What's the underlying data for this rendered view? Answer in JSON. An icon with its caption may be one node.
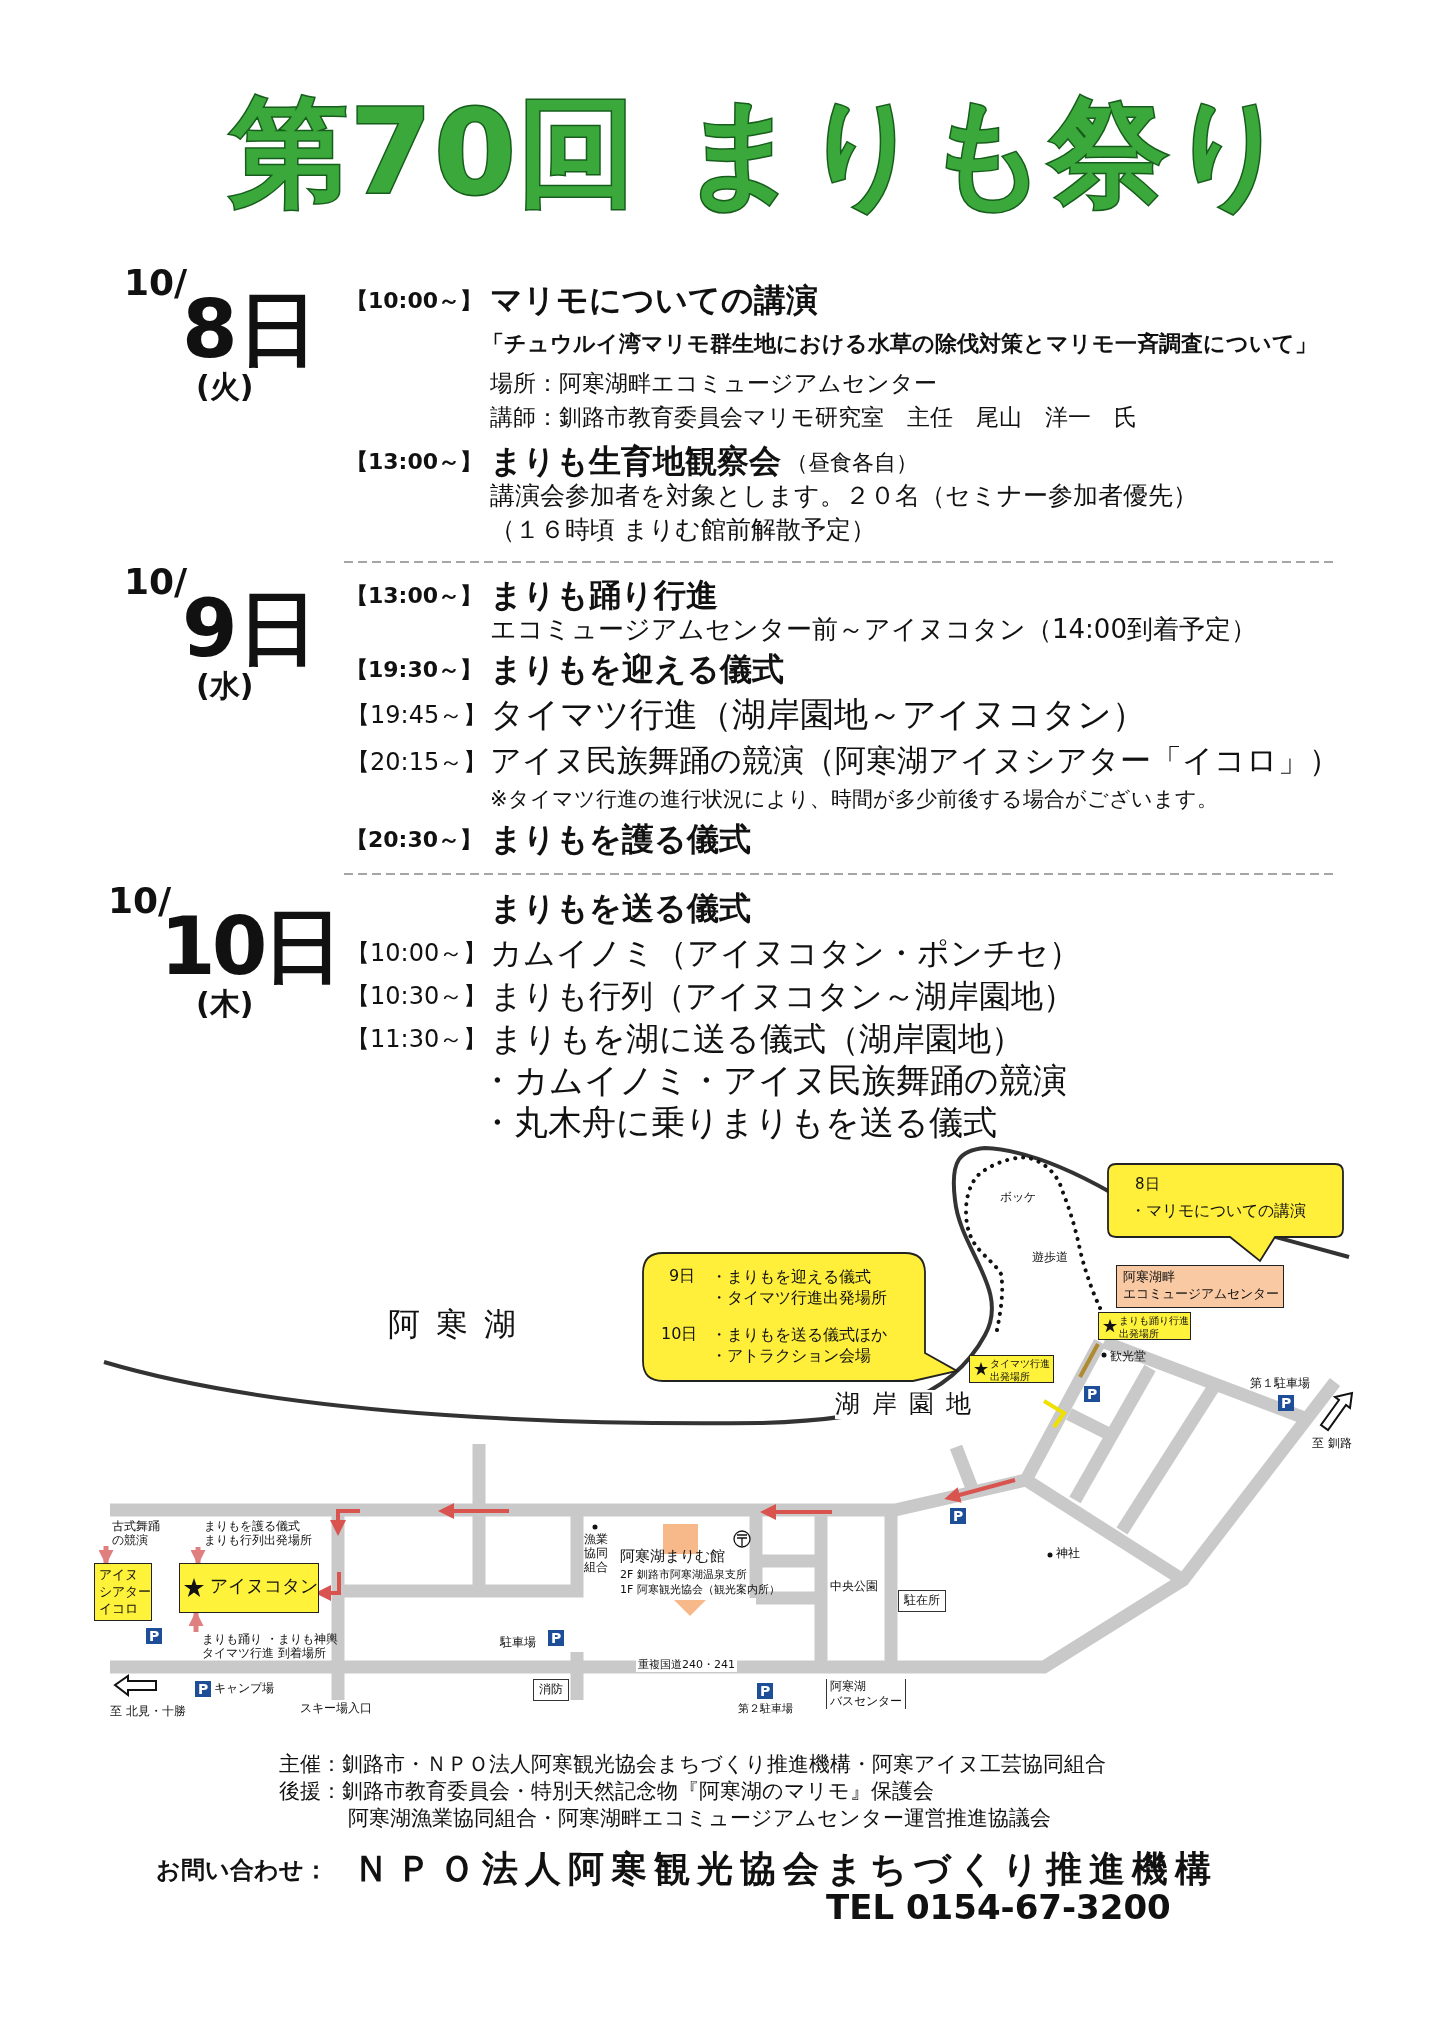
{
  "diagram": {
    "title": "第70回 まりも祭り",
    "nodes": [
      {
        "text": [
          "8日",
          "・マリモについての講演"
        ]
      },
      {
        "text": [
          "9日",
          "・まりもを迎える儀式・タイマツ行進出発場所",
          "10日",
          "・まりもを送る儀式ほか・アトラクション会場"
        ]
      },
      {
        "text": [
          "阿寒湖畔エコミュージアムセンター"
        ]
      },
      {
        "text": [
          "まりも踊り行進出発場所"
        ]
      },
      {
        "text": [
          "タイマツ行進出発場所"
        ]
      },
      {
        "text": [
          "アイヌシアターイコロ"
        ]
      },
      {
        "text": [
          "アイヌコタン"
        ]
      },
      {
        "text": [
          "古式舞踊の競演"
        ]
      },
      {
        "text": [
          "まりもを護る儀式まりも行列出発場所"
        ]
      },
      {
        "text": [
          "まりも踊り ・まりも神輿タイマツ行進 到着場所"
        ]
      }
    ],
    "edges": [
      {
        "from": 7,
        "to": 5,
        "arrow": "to"
      },
      {
        "from": 8,
        "to": 6,
        "arrow": "to"
      },
      {
        "from": 9,
        "to": 6,
        "arrow": "to"
      }
    ],
    "labels": [
      "10/",
      "8日",
      "(火)",
      "【10:00～】",
      "マリモについての講演",
      "「チュウルイ湾マリモ群生地における水草の除伐対策とマリモ一斉調査について」",
      "場所：阿寒湖畔エコミュージアムセンター",
      "講師：釧路市教育委員会マリモ研究室　主任　尾山　洋一　氏",
      "【13:00～】",
      "まりも生育地観察会",
      "（昼食各自）",
      "講演会参加者を対象とします。２０名（セミナー参加者優先）",
      "（１６時頃 まりむ館前解散予定）",
      "10/",
      "9日",
      "(水)",
      "【13:00～】",
      "まりも踊り行進",
      "エコミュージアムセンター前～アイヌコタン（14:00到着予定）",
      "【19:30～】",
      "まりもを迎える儀式",
      "【19:45～】",
      "タイマツ行進（湖岸園地～アイヌコタン）",
      "【20:15～】",
      "アイヌ民族舞踊の競演（阿寒湖アイヌシアター「イコロ」）",
      "※タイマツ行進の進行状況により、時間が多少前後する場合がございます。",
      "【20:30～】",
      "まりもを護る儀式",
      "10/",
      "10日",
      "(木)",
      "まりもを送る儀式",
      "【10:00～】",
      "カムイノミ（アイヌコタン・ポンチセ）",
      "【10:30～】",
      "まりも行列（アイヌコタン～湖岸園地）",
      "【11:30～】",
      "まりもを湖に送る儀式（湖岸園地）",
      "・カムイノミ・アイヌ民族舞踊の競演",
      "・丸木舟に乗りまりもを送る儀式",
      "ボッケ",
      "遊歩道",
      "阿寒湖",
      "歓光堂",
      "湖岸園地",
      "P",
      "第１駐車場",
      "P",
      "至 釧路",
      "神社",
      "P",
      "漁業協同組合",
      "阿寒湖まりむ館",
      "2F 釧路市阿寒湖温泉支所",
      "1F 阿寒観光協会（観光案内所）",
      "中央公園",
      "駐在所",
      "P",
      "駐車場",
      "P",
      "重複国道240・241",
      "P",
      "キャンプ場",
      "消防",
      "P",
      "阿寒湖バスセンター",
      "至 北見・十勝",
      "スキー場入口",
      "第２駐車場",
      "主催：釧路市・ＮＰＯ法人阿寒観光協会まちづくり推進機構・阿寒アイヌ工芸協同組合",
      "後援：釧路市教育委員会・特別天然記念物『阿寒湖のマリモ』保護会",
      "阿寒湖漁業協同組合・阿寒湖畔エコミュージアムセンター運営推進協議会",
      "お問い合わせ：",
      "ＮＰＯ法人阿寒観光協会まちづくり推進機構",
      "TEL 0154-67-3200"
    ]
  }
}
